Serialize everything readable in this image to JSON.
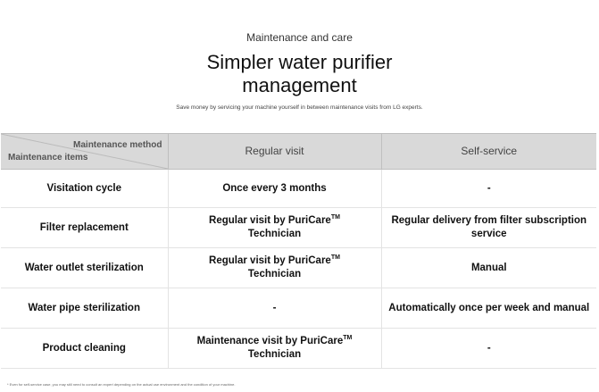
{
  "eyebrow": "Maintenance and care",
  "title_line1": "Simpler water purifier",
  "title_line2": "management",
  "subtitle": "Save money by servicing your machine yourself in between maintenance visits from LG experts.",
  "table": {
    "corner_top": "Maintenance method",
    "corner_bottom": "Maintenance items",
    "col1": "Regular visit",
    "col2": "Self-service",
    "rows": [
      {
        "item": "Visitation cycle",
        "regular": "Once every 3 months",
        "self": "-"
      },
      {
        "item": "Filter replacement",
        "regular": "Regular visit by PuriCare",
        "regular_tm": "TM",
        "regular_2": "Technician",
        "self": "Regular delivery from filter subscription service"
      },
      {
        "item": "Water outlet sterilization",
        "regular": "Regular visit by PuriCare",
        "regular_tm": "TM",
        "regular_2": "Technician",
        "self": "Manual"
      },
      {
        "item": "Water pipe sterilization",
        "regular": "-",
        "self": "Automatically once per week and manual"
      },
      {
        "item": "Product cleaning",
        "regular": "Maintenance visit by PuriCare",
        "regular_tm": "TM",
        "regular_2": "Technician",
        "self": "-"
      }
    ]
  },
  "footnote": "* Even for self-service case, you may still need to consult an expert depending on the actual use environment and the condition of your machine."
}
